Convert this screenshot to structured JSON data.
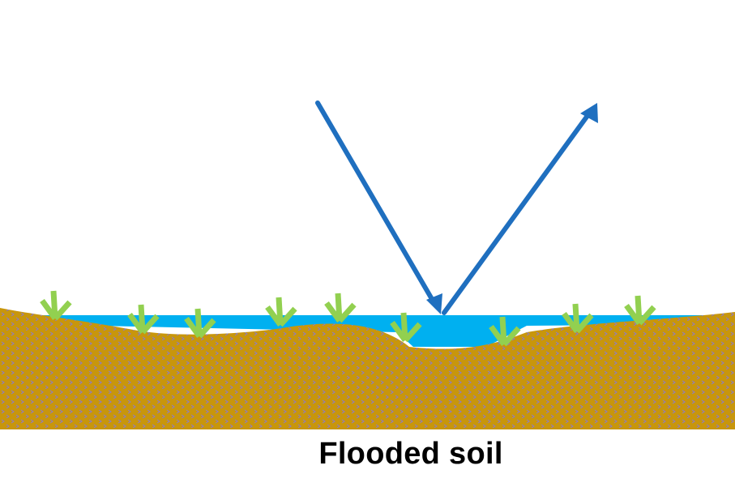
{
  "caption": "Flooded soil",
  "colors": {
    "background": "#ffffff",
    "soil": "#C8960C",
    "soil_texture": "#8A7ACF",
    "water": "#00B0F0",
    "plant": "#92D050",
    "ray": "#1F6FBF",
    "caption": "#000000"
  },
  "elements": {
    "soil": "soil-layer",
    "water": "flood-water",
    "plants": "rice-seedling-icon",
    "incident_ray": "incident-ray-arrow",
    "reflected_ray": "reflected-ray-arrow"
  }
}
